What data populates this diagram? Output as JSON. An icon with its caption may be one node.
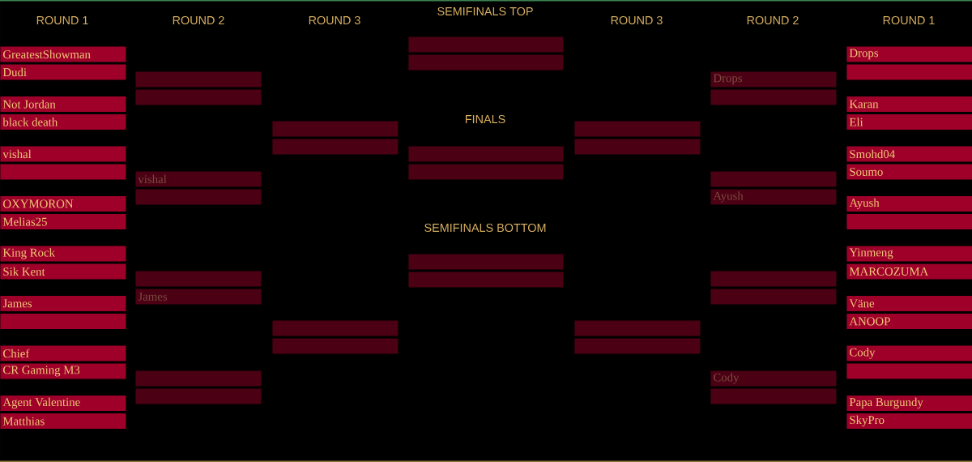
{
  "diagram": {
    "nodes": [
      {
        "text": [
          "GreatestShowman"
        ]
      },
      {
        "text": [
          "Dudi"
        ]
      },
      {
        "text": [
          "Not Jordan"
        ]
      },
      {
        "text": [
          "black death"
        ]
      },
      {
        "text": [
          "vishal"
        ]
      },
      {
        "text": [],
        "shape": "bar"
      },
      {
        "text": [
          "OXYMORON"
        ]
      },
      {
        "text": [
          "Melias25"
        ]
      },
      {
        "text": [
          "King Rock"
        ]
      },
      {
        "text": [
          "Sik Kent"
        ]
      },
      {
        "text": [
          "James"
        ]
      },
      {
        "text": [],
        "shape": "bar"
      },
      {
        "text": [
          "Chief"
        ]
      },
      {
        "text": [
          "CR Gaming M3"
        ]
      },
      {
        "text": [
          "Agent Valentine"
        ]
      },
      {
        "text": [
          "Matthias"
        ]
      },
      {
        "text": [],
        "shape": "bar"
      },
      {
        "text": [],
        "shape": "bar"
      },
      {
        "text": [
          "vishal"
        ]
      },
      {
        "text": [],
        "shape": "bar"
      },
      {
        "text": [],
        "shape": "bar"
      },
      {
        "text": [
          "James"
        ]
      },
      {
        "text": [],
        "shape": "bar"
      },
      {
        "text": [],
        "shape": "bar"
      },
      {
        "text": [],
        "shape": "bar"
      },
      {
        "text": [],
        "shape": "bar"
      },
      {
        "text": [],
        "shape": "bar"
      },
      {
        "text": [],
        "shape": "bar"
      },
      {
        "text": [],
        "shape": "bar"
      },
      {
        "text": [],
        "shape": "bar"
      },
      {
        "text": [],
        "shape": "bar"
      },
      {
        "text": [],
        "shape": "bar"
      },
      {
        "text": [],
        "shape": "bar"
      },
      {
        "text": [],
        "shape": "bar"
      },
      {
        "text": [],
        "shape": "bar"
      },
      {
        "text": [],
        "shape": "bar"
      },
      {
        "text": [],
        "shape": "bar"
      },
      {
        "text": [],
        "shape": "bar"
      },
      {
        "text": [
          "Drops"
        ]
      },
      {
        "text": [],
        "shape": "bar"
      },
      {
        "text": [],
        "shape": "bar"
      },
      {
        "text": [
          "Ayush"
        ]
      },
      {
        "text": [],
        "shape": "bar"
      },
      {
        "text": [],
        "shape": "bar"
      },
      {
        "text": [
          "Cody"
        ]
      },
      {
        "text": [],
        "shape": "bar"
      },
      {
        "text": [
          "Drops"
        ]
      },
      {
        "text": [],
        "shape": "bar"
      },
      {
        "text": [
          "Karan"
        ]
      },
      {
        "text": [
          "Eli"
        ]
      },
      {
        "text": [
          "Smohd04"
        ]
      },
      {
        "text": [
          "Soumo"
        ]
      },
      {
        "text": [
          "Ayush"
        ]
      },
      {
        "text": [],
        "shape": "bar"
      },
      {
        "text": [
          "Yinmeng"
        ]
      },
      {
        "text": [
          "MARCOZUMA"
        ]
      },
      {
        "text": [
          "Väne"
        ]
      },
      {
        "text": [
          "ANOOP"
        ]
      },
      {
        "text": [
          "Cody"
        ]
      },
      {
        "text": [],
        "shape": "bar"
      },
      {
        "text": [
          "Papa Burgundy"
        ]
      },
      {
        "text": [
          "SkyPro"
        ]
      }
    ],
    "labels": [
      "ROUND 1",
      "ROUND 2",
      "ROUND 3",
      "SEMIFINALS TOP",
      "ROUND 3",
      "ROUND 2",
      "ROUND 1",
      "FINALS",
      "SEMIFINALS BOTTOM"
    ]
  }
}
